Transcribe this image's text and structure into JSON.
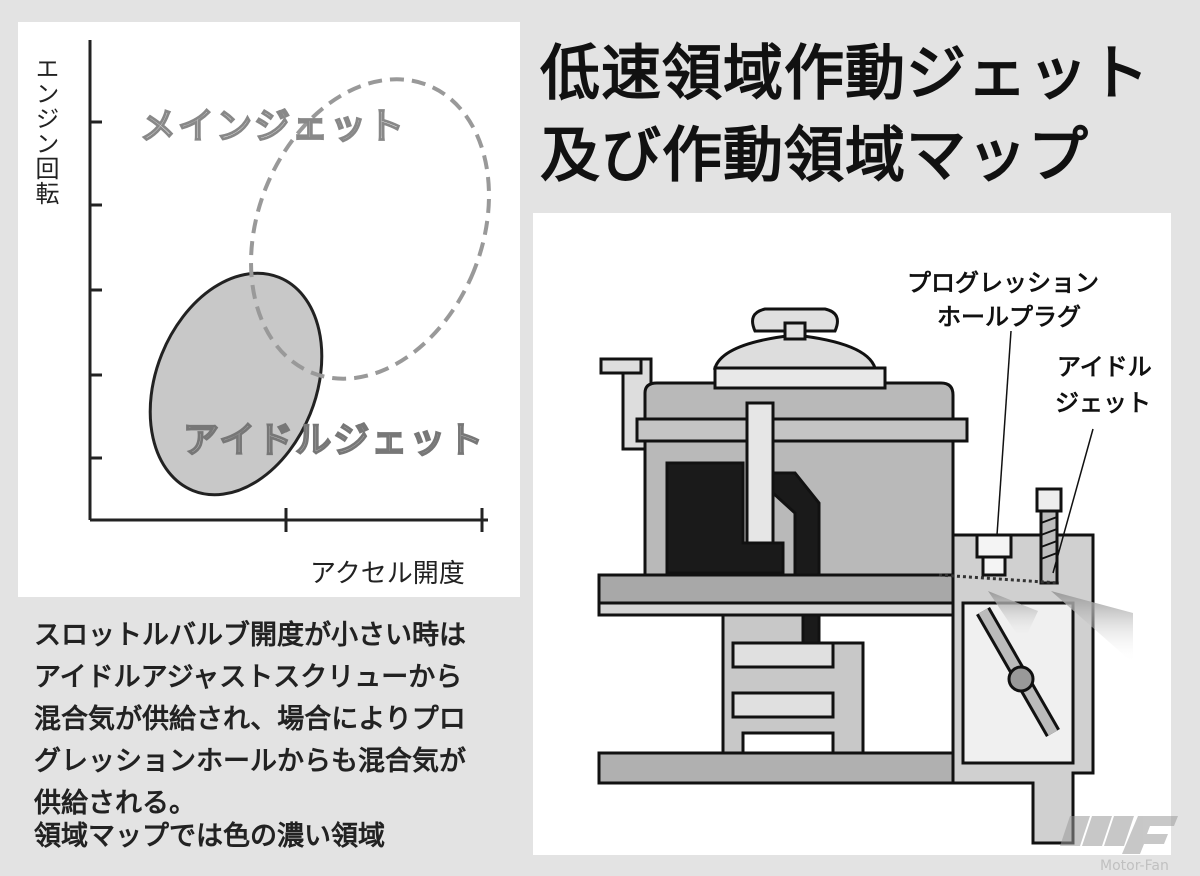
{
  "title": [
    "低速領域作動ジェット",
    "及び作動領域マップ"
  ],
  "graph": {
    "y_axis_label": "エンジン回転",
    "x_axis_label": "アクセル開度",
    "regions": [
      {
        "name": "メインジェット",
        "style": "dashed-outline"
      },
      {
        "name": "アイドルジェット",
        "style": "gray-fill"
      }
    ],
    "colors": {
      "region_fill": "#c8c8c8",
      "axis": "#222222",
      "dashed": "#999999"
    }
  },
  "illustration": {
    "labels": {
      "progression_hole_plug": [
        "プログレッション",
        "ホールプラグ"
      ],
      "idle_jet": [
        "アイドル",
        "ジェット"
      ]
    }
  },
  "description": [
    "スロットルバルブ開度が小さい時は",
    "アイドルアジャストスクリューから",
    "混合気が供給され、場合によりプロ",
    "グレッションホールからも混合気が",
    "供給される。",
    "領域マップでは色の濃い領域"
  ],
  "watermark": {
    "logo": "MF",
    "text": "Motor-Fan"
  }
}
